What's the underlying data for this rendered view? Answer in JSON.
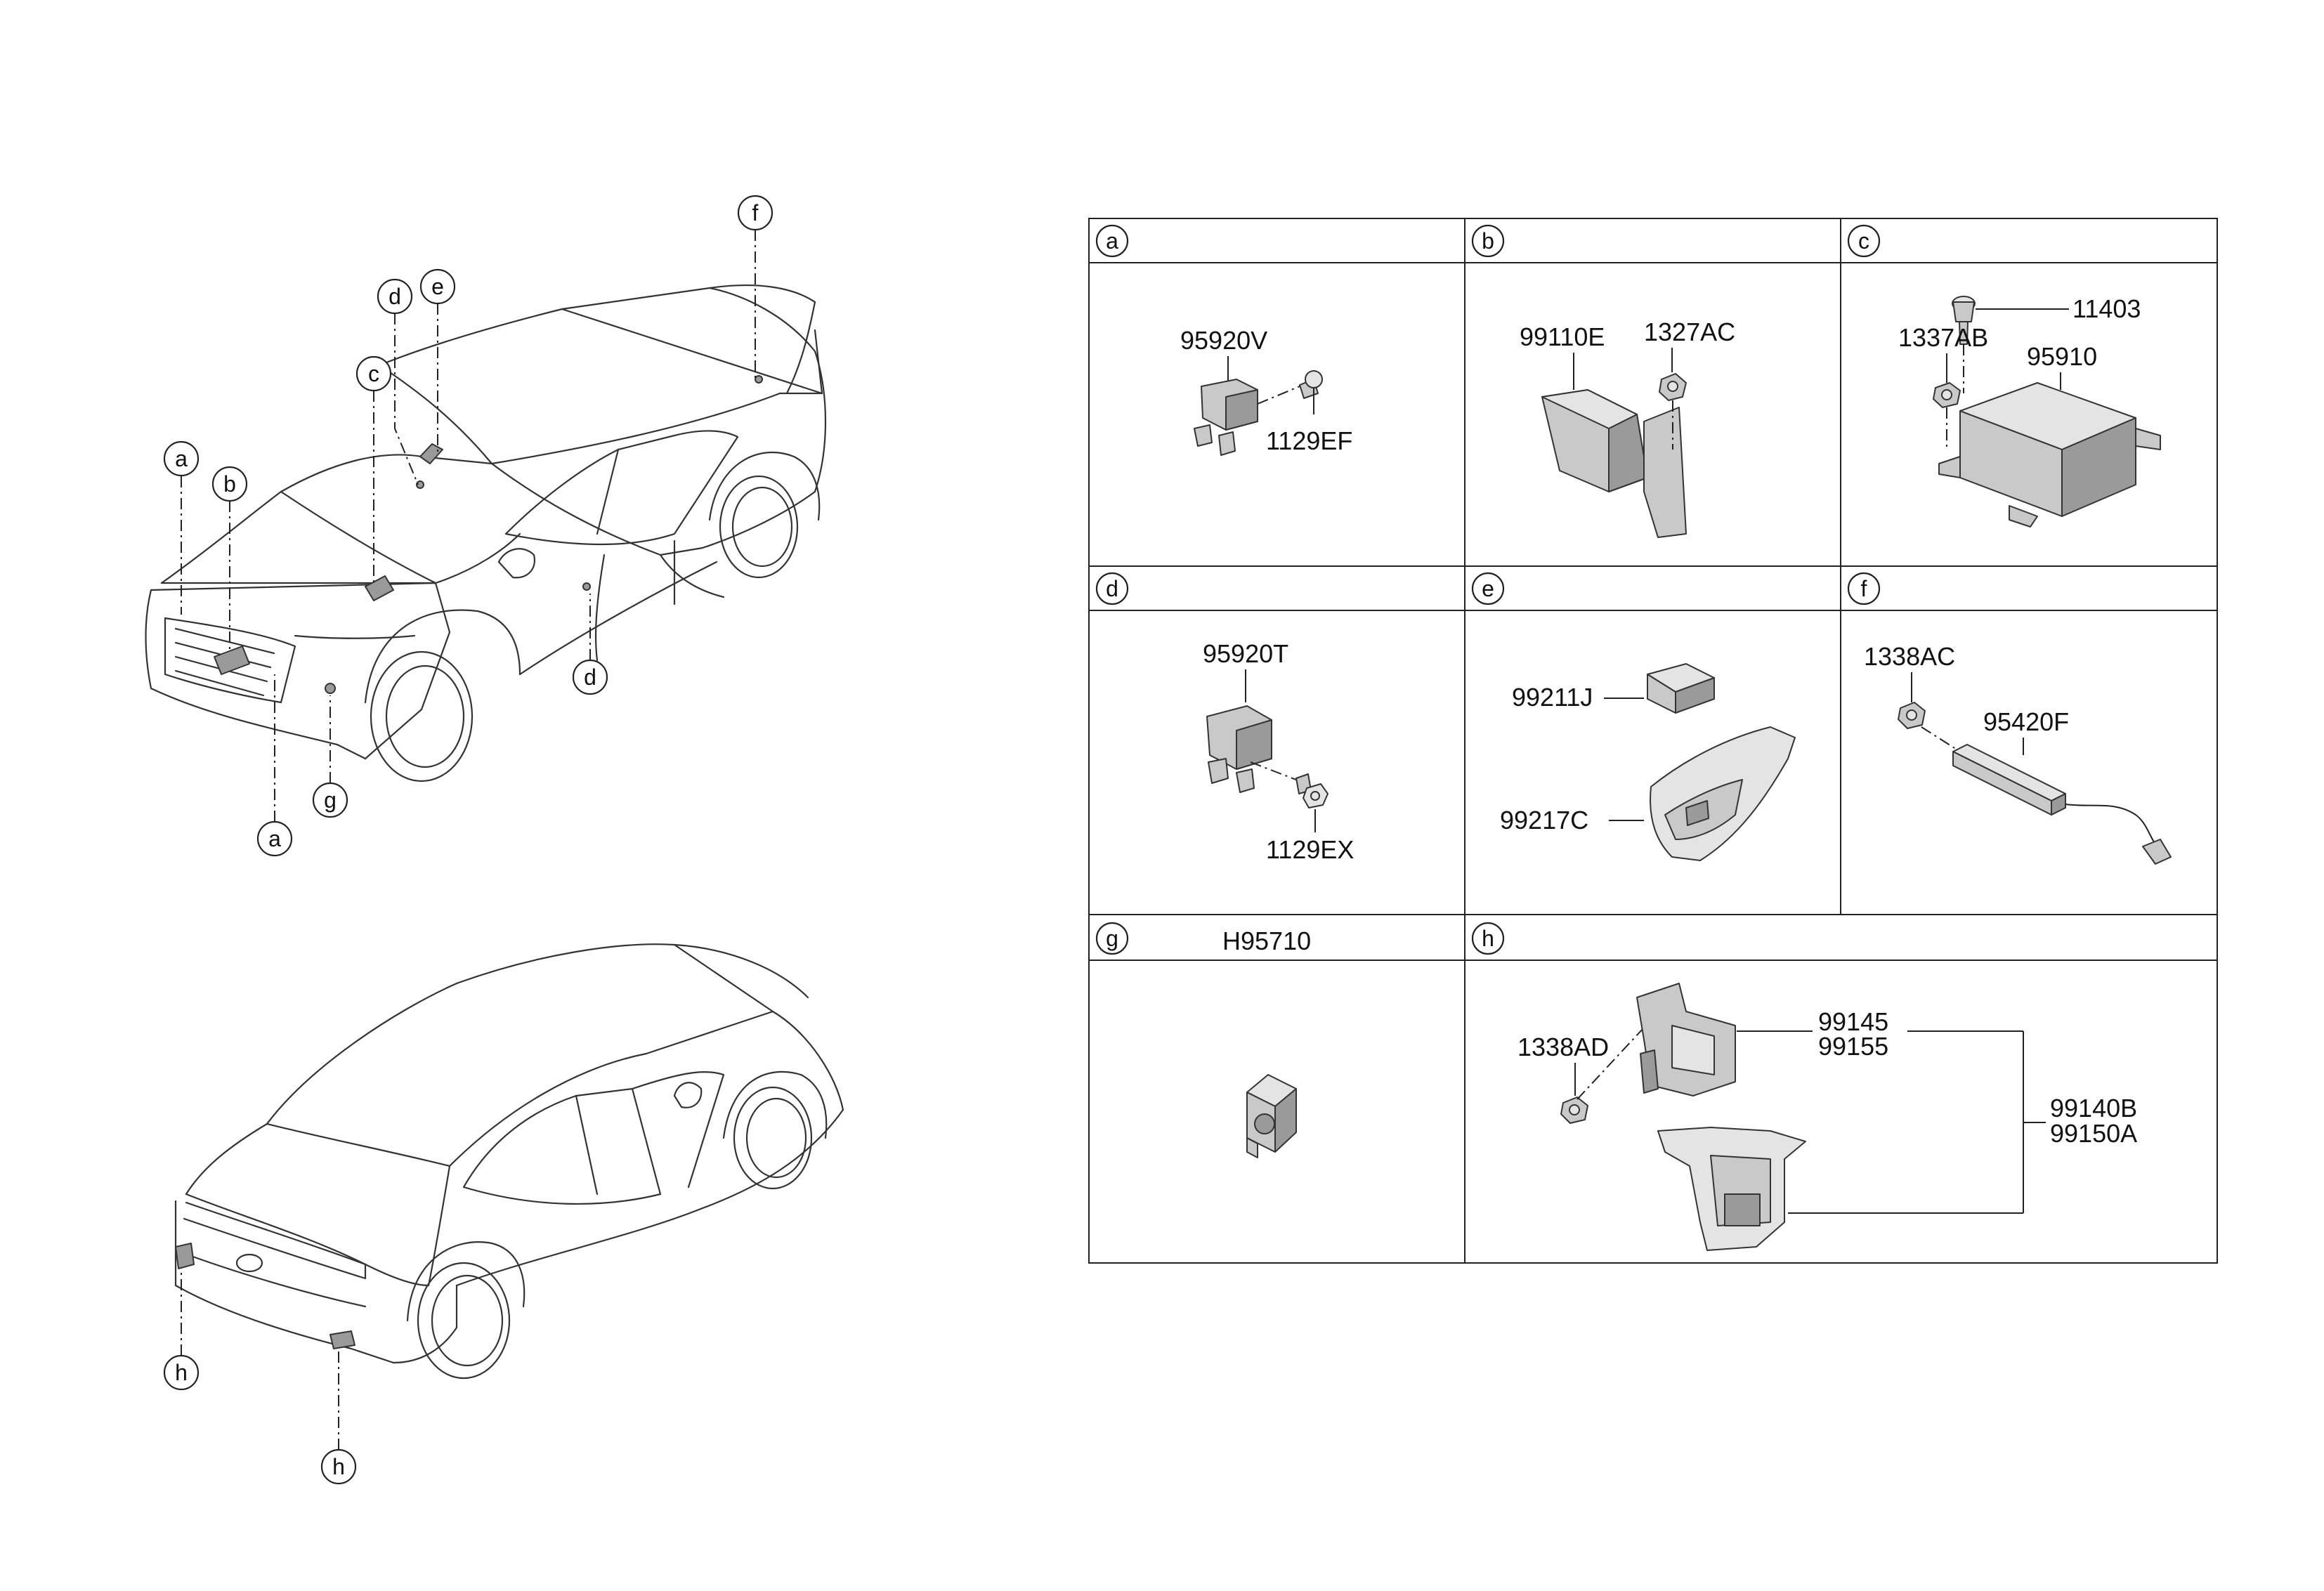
{
  "callouts": {
    "a": "a",
    "b": "b",
    "c": "c",
    "d": "d",
    "e": "e",
    "f": "f",
    "g": "g",
    "h": "h"
  },
  "table": {
    "cells": {
      "a": {
        "parts": [
          "95920V",
          "1129EF"
        ]
      },
      "b": {
        "parts": [
          "99110E",
          "1327AC"
        ]
      },
      "c": {
        "parts": [
          "1337AB",
          "11403",
          "95910"
        ]
      },
      "d": {
        "parts": [
          "95920T",
          "1129EX"
        ]
      },
      "e": {
        "parts": [
          "99211J",
          "99217C"
        ]
      },
      "f": {
        "parts": [
          "1338AC",
          "95420F"
        ]
      },
      "g": {
        "header_part": "H95710"
      },
      "h": {
        "parts": [
          "1338AD",
          "99145",
          "99155",
          "99140B",
          "99150A"
        ]
      }
    }
  },
  "colors": {
    "line": "#222222",
    "part_fill": "#c9c9c9",
    "part_dark": "#9a9a9a",
    "background": "#ffffff"
  }
}
